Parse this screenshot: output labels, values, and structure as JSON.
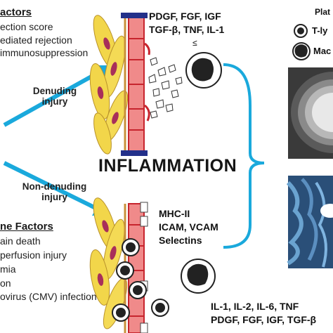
{
  "left_top": {
    "heading": "actors",
    "items": [
      "ection score",
      "ediated rejection",
      "immunosuppression"
    ]
  },
  "left_bottom": {
    "heading": "ne Factors",
    "items": [
      "ain death",
      "perfusion injury",
      "mia",
      "on",
      "ovirus (CMV) infection"
    ]
  },
  "arrows": {
    "denuding": [
      "Denuding",
      "injury"
    ],
    "non_denuding": [
      "Non-denuding",
      "injury"
    ]
  },
  "top_cytokines": {
    "line1": "PDGF, FGF, IGF",
    "line2": "TGF-β, TNF, IL-1",
    "symbol": "≤"
  },
  "center_label": "INFLAMMATION",
  "bottom_markers": [
    "MHC-II",
    "ICAM, VCAM",
    "Selectins"
  ],
  "bottom_cytokines": {
    "line1": "IL-1, IL-2, IL-6, TNF",
    "line2": "PDGF, FGF, IGF, TGF-β"
  },
  "legend": {
    "title": "Plat",
    "items": [
      {
        "label": "T-ly",
        "icon": "t-lymphocyte-icon"
      },
      {
        "label": "Mac",
        "icon": "macrophage-icon"
      }
    ]
  },
  "colors": {
    "smooth_muscle": "#f2d64a",
    "nucleus": "#a82f5a",
    "intima": "#f08a8a",
    "endothelium_border": "#c7252e",
    "cap_blue": "#23308a",
    "arrow_cyan": "#1aa9dc"
  }
}
